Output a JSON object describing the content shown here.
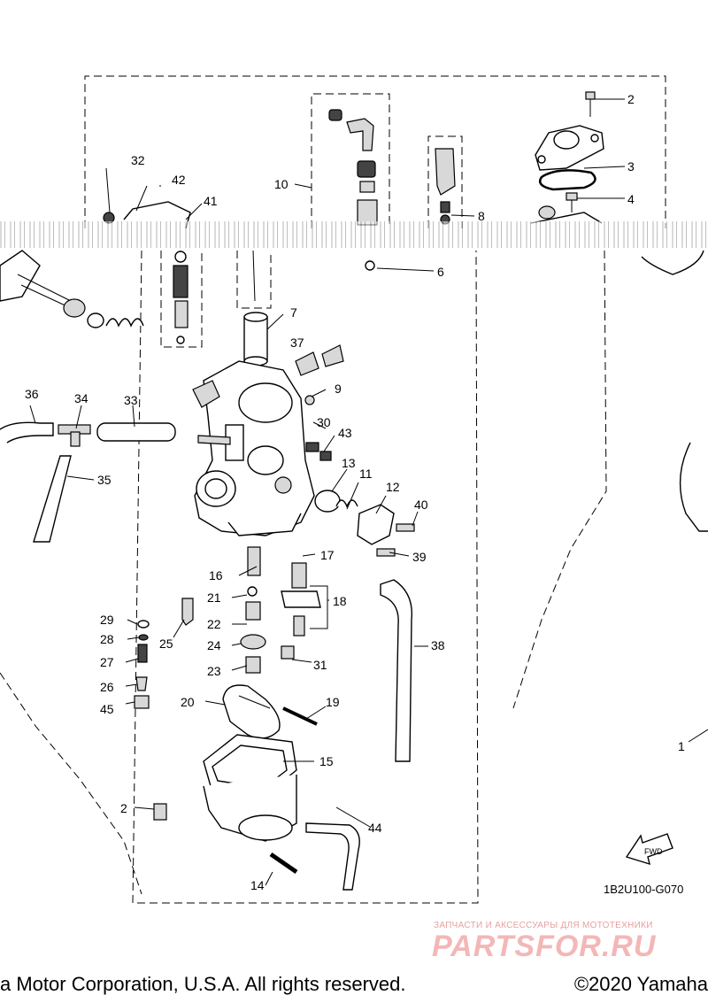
{
  "diagram": {
    "code": "1B2U100-G070",
    "fwd_label": "FWD",
    "callouts": [
      "1",
      "2",
      "2",
      "3",
      "4",
      "6",
      "7",
      "8",
      "9",
      "10",
      "11",
      "12",
      "13",
      "14",
      "15",
      "16",
      "17",
      "18",
      "19",
      "20",
      "21",
      "22",
      "23",
      "24",
      "25",
      "26",
      "27",
      "28",
      "29",
      "30",
      "31",
      "32",
      "33",
      "34",
      "35",
      "36",
      "37",
      "38",
      "39",
      "40",
      "41",
      "42",
      "43",
      "44",
      "45"
    ]
  },
  "footer": {
    "left": "a Motor Corporation, U.S.A. All rights reserved.",
    "right": "©2020 Yamaha"
  },
  "watermark": {
    "tagline": "ЗАПЧАСТИ И АКСЕССУАРЫ ДЛЯ МОТОТЕХНИКИ",
    "logo": "PARTSFOR.RU"
  }
}
